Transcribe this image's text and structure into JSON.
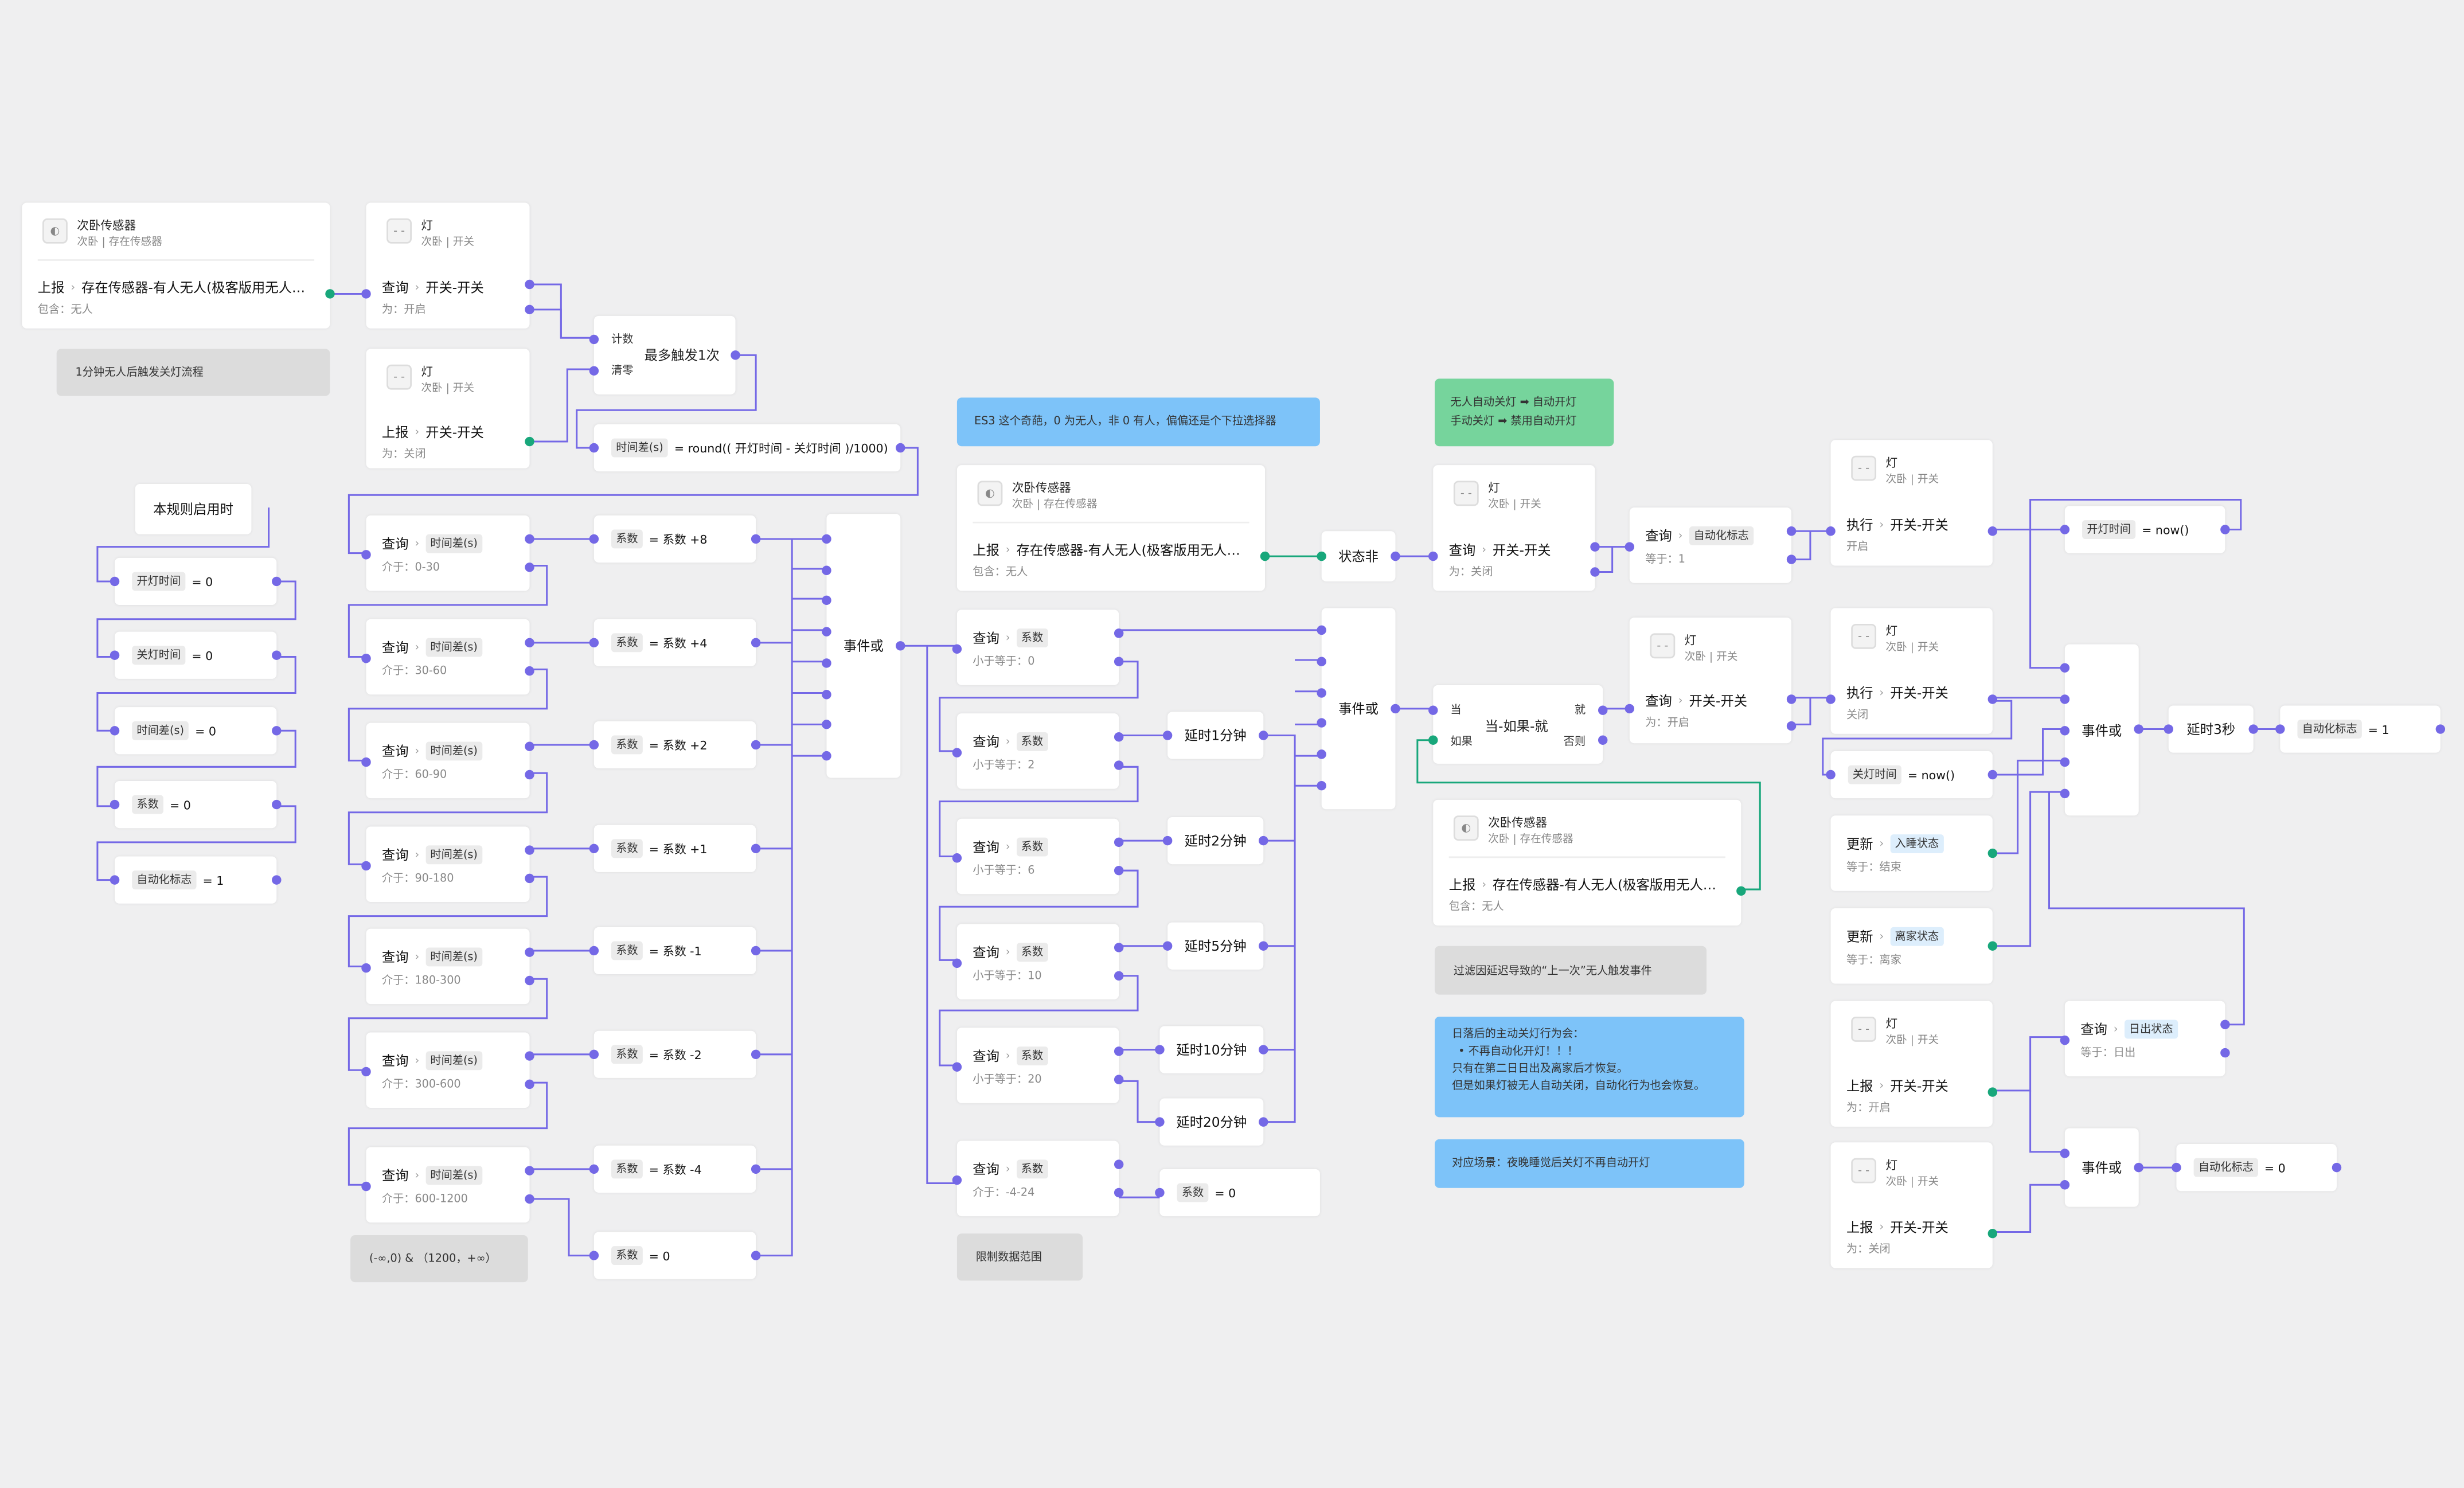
{
  "colors": {
    "wire": "#7468e6",
    "green_wire": "#18a77b",
    "background": "#efeff0",
    "note_blue": "#7dc3f9",
    "note_green": "#76d49c",
    "note_gray": "#dcdcdc"
  },
  "sensor_card": {
    "device_name": "次卧传感器",
    "device_sub": "次卧 | 存在传感器",
    "action_verb": "上报",
    "action_text": "存在传感器-有人无人(极客版用无人…",
    "condition": "包含：无人"
  },
  "light_card": {
    "device_name": "灯",
    "device_sub": "次卧 | 开关",
    "prop": "开关-开关"
  },
  "verbs": {
    "query": "查询",
    "report": "上报",
    "execute": "执行",
    "update": "更新"
  },
  "values": {
    "open": "为：开启",
    "close": "为：关闭"
  },
  "notes": {
    "trigger_note": "1分钟无人后触发关灯流程",
    "range_note": "(-∞,0) & （1200，+∞）",
    "limit_note": "限制数据范围",
    "es3_note": "ES3 这个奇葩，0 为无人，非 0 有人，偏偏还是个下拉选择器",
    "auto_note_line1": "无人自动关灯 ➡ 自动开灯",
    "auto_note_line2": "手动关灯 ➡ 禁用自动开灯",
    "filter_note": "过滤因延迟导致的“上一次”无人触发事件",
    "sunset_lines": [
      "日落后的主动关灯行为会：",
      "•  不再自动化开灯！！！",
      "只有在第二日日出及离家后才恢复。",
      "但是如果灯被无人自动关闭，自动化行为也会恢复。"
    ],
    "scenario_note": "对应场景：夜晚睡觉后关灯不再自动开灯"
  },
  "counter": {
    "in1": "计数",
    "in2": "清零",
    "label": "最多触发1次"
  },
  "timediff_formula": {
    "tag": "时间差(s)",
    "expr": "= round(( 开灯时间 - 关灯时间 )/1000)"
  },
  "rule_start": {
    "label": "本规则启用时"
  },
  "init_vars": [
    {
      "tag": "开灯时间",
      "expr": "= 0"
    },
    {
      "tag": "关灯时间",
      "expr": "= 0"
    },
    {
      "tag": "时间差(s)",
      "expr": "= 0"
    },
    {
      "tag": "系数",
      "expr": "= 0"
    },
    {
      "tag": "自动化标志",
      "expr": "= 1"
    }
  ],
  "time_queries": {
    "tag": "时间差(s)",
    "ranges": [
      "介于：0-30",
      "介于：30-60",
      "介于：60-90",
      "介于：90-180",
      "介于：180-300",
      "介于：300-600",
      "介于：600-1200"
    ]
  },
  "coef_assign": {
    "tag": "系数",
    "exprs": [
      "= 系数 +8",
      "= 系数 +4",
      "= 系数 +2",
      "= 系数 +1",
      "= 系数 -1",
      "= 系数 -2",
      "= 系数 -4"
    ],
    "zero": "= 0"
  },
  "coef_queries": {
    "tag": "系数",
    "conds": [
      "小于等于：0",
      "小于等于：2",
      "小于等于：6",
      "小于等于：10",
      "小于等于：20",
      "介于：-4-24"
    ]
  },
  "delays": [
    "延时1分钟",
    "延时2分钟",
    "延时5分钟",
    "延时10分钟",
    "延时20分钟"
  ],
  "event_or": "事件或",
  "not_state": "状态非",
  "when_if": {
    "label": "当-如果-就",
    "when": "当",
    "if": "如果",
    "then": "就",
    "else": "否则"
  },
  "auto_flag": {
    "tag": "自动化标志",
    "cond": "等于：1",
    "set1": "= 1",
    "set0": "= 0"
  },
  "light_on_time": {
    "tag": "开灯时间",
    "expr": "= now()"
  },
  "light_off_time": {
    "tag": "关灯时间",
    "expr": "= now()"
  },
  "update_sleep": {
    "tag": "入睡状态",
    "cond": "等于：结束"
  },
  "update_away": {
    "tag": "离家状态",
    "cond": "等于：离家"
  },
  "sunrise": {
    "tag": "日出状态",
    "cond": "等于：日出"
  },
  "delay3": "延时3秒"
}
